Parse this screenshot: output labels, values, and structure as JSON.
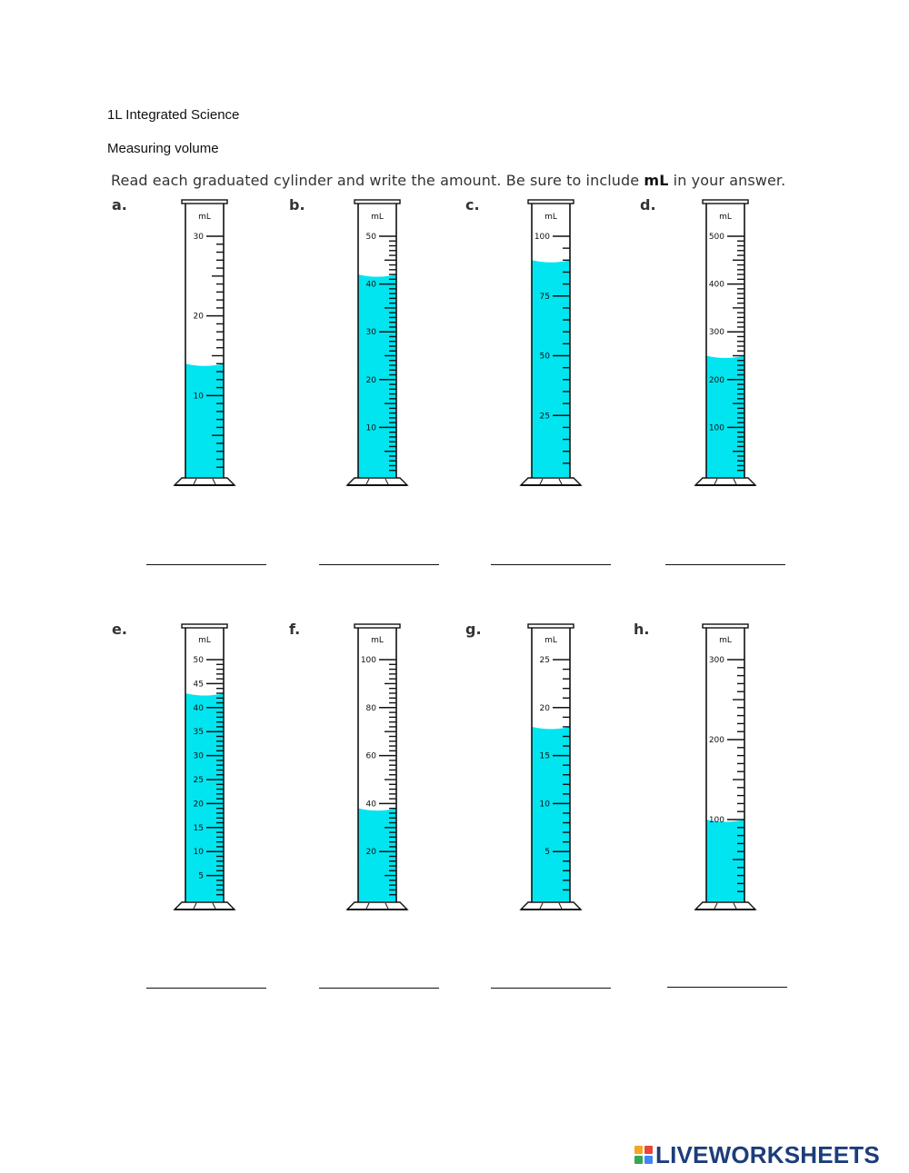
{
  "header": {
    "course": "1L Integrated Science",
    "topic": "Measuring volume",
    "instruction_before": "Read each graduated cylinder and write the amount.  Be sure to include ",
    "instruction_bold": "mL",
    "instruction_after": " in your answer."
  },
  "colors": {
    "liquid": "#00e5f0",
    "ink": "#111111",
    "logo_text": "#1c3d7a"
  },
  "cylinders": [
    {
      "letter": "a.",
      "unit": "mL",
      "max": 30,
      "labels": [
        30,
        20,
        10
      ],
      "minor_step": 1,
      "level": 14
    },
    {
      "letter": "b.",
      "unit": "mL",
      "max": 50,
      "labels": [
        50,
        40,
        30,
        20,
        10
      ],
      "minor_step": 1,
      "level": 42
    },
    {
      "letter": "c.",
      "unit": "mL",
      "max": 100,
      "labels": [
        100,
        75,
        50,
        25
      ],
      "minor_step": 5,
      "level": 90
    },
    {
      "letter": "d.",
      "unit": "mL",
      "max": 500,
      "labels": [
        500,
        400,
        300,
        200,
        100
      ],
      "minor_step": 10,
      "level": 250
    },
    {
      "letter": "e.",
      "unit": "mL",
      "max": 50,
      "labels": [
        50,
        45,
        40,
        35,
        30,
        25,
        20,
        15,
        10,
        5
      ],
      "minor_step": 1,
      "level": 43
    },
    {
      "letter": "f.",
      "unit": "mL",
      "max": 100,
      "labels": [
        100,
        80,
        60,
        40,
        20
      ],
      "minor_step": 2,
      "level": 38
    },
    {
      "letter": "g.",
      "unit": "mL",
      "max": 25,
      "labels": [
        25,
        20,
        15,
        10,
        5
      ],
      "minor_step": 1,
      "level": 18
    },
    {
      "letter": "h.",
      "unit": "mL",
      "max": 300,
      "labels": [
        300,
        200,
        100
      ],
      "minor_step": 10,
      "level": 100
    }
  ],
  "answers": [
    "",
    "",
    "",
    "",
    "",
    "",
    "",
    ""
  ],
  "logo": {
    "text": "LIVEWORKSHEETS",
    "block_colors": [
      "#f5a623",
      "#e8453c",
      "#34a853",
      "#4285f4"
    ]
  }
}
